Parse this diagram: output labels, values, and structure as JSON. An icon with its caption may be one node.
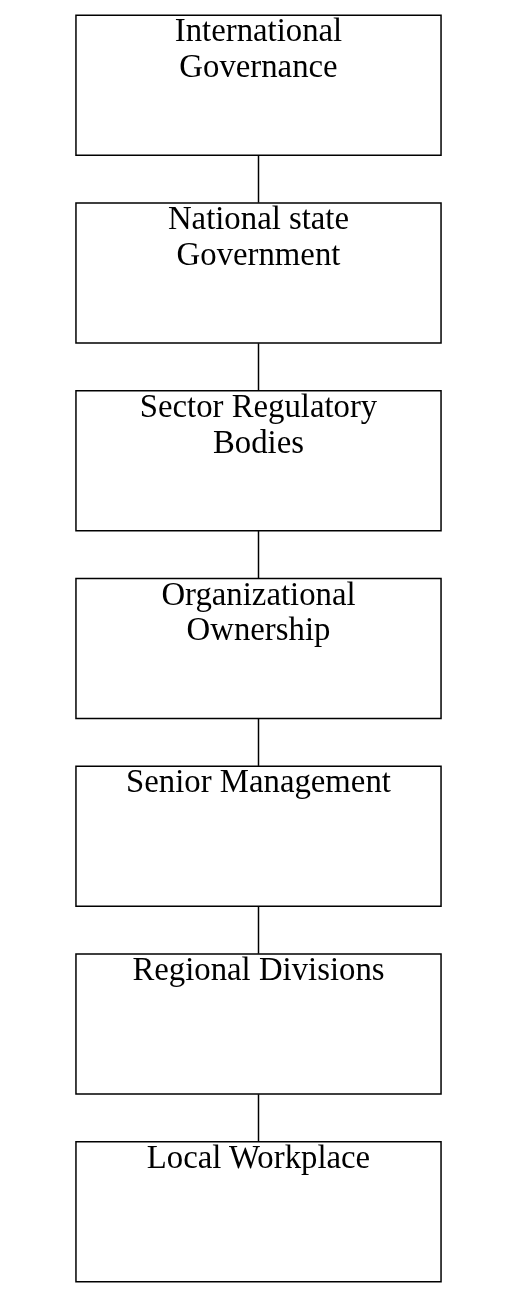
{
  "diagram": {
    "nodes": [
      {
        "text": [
          "International Governance"
        ]
      },
      {
        "text": [
          "National state Government"
        ]
      },
      {
        "text": [
          "Sector Regulatory Bodies"
        ]
      },
      {
        "text": [
          "Organizational Ownership"
        ]
      },
      {
        "text": [
          "Senior Management"
        ]
      },
      {
        "text": [
          "Regional Divisions"
        ]
      },
      {
        "text": [
          "Local Workplace"
        ]
      }
    ],
    "edges": [
      {
        "from": 0,
        "to": 1,
        "arrow": "none"
      },
      {
        "from": 1,
        "to": 2,
        "arrow": "none"
      },
      {
        "from": 2,
        "to": 3,
        "arrow": "none"
      },
      {
        "from": 3,
        "to": 4,
        "arrow": "none"
      },
      {
        "from": 4,
        "to": 5,
        "arrow": "none"
      },
      {
        "from": 5,
        "to": 6,
        "arrow": "none"
      }
    ]
  }
}
